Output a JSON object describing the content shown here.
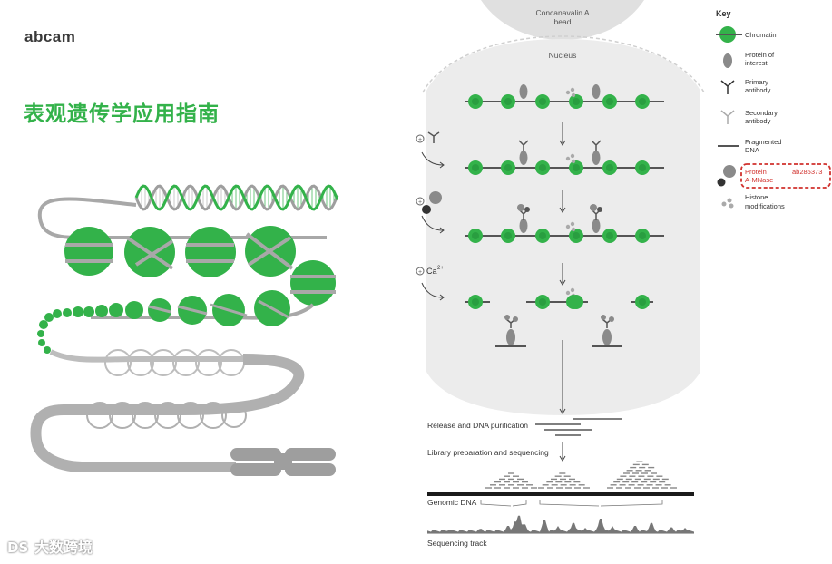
{
  "brand": {
    "logo": "abcam"
  },
  "page_title": "表观遗传学应用指南",
  "watermark": {
    "mark": "DS",
    "text": "大数跨境"
  },
  "diagram": {
    "bead_label_1": "Concanavalin A",
    "bead_label_2": "bead",
    "nucleus_label": "Nucleus",
    "ca_label": "Ca",
    "ca_superscript": "2+",
    "steps": {
      "release": "Release and DNA purification",
      "library": "Library preparation and sequencing",
      "genomic": "Genomic DNA",
      "track": "Sequencing track"
    }
  },
  "key": {
    "title": "Key",
    "chromatin": "Chromatin",
    "protein_l1": "Protein of",
    "protein_l2": "interest",
    "primary_l1": "Primary",
    "primary_l2": "antibody",
    "secondary_l1": "Secondary",
    "secondary_l2": "antibody",
    "fragmented_l1": "Fragmented",
    "fragmented_l2": "DNA",
    "pamnase_l1": "Protein",
    "pamnase_l2": "A-MNase",
    "pamnase_code": "ab285373",
    "histone_l1": "Histone",
    "histone_l2": "modifications"
  },
  "colors": {
    "green": "#33b24a",
    "dark_green": "#1f8a35",
    "grey": "#8a8a8a",
    "highlight": "#d0312d"
  }
}
